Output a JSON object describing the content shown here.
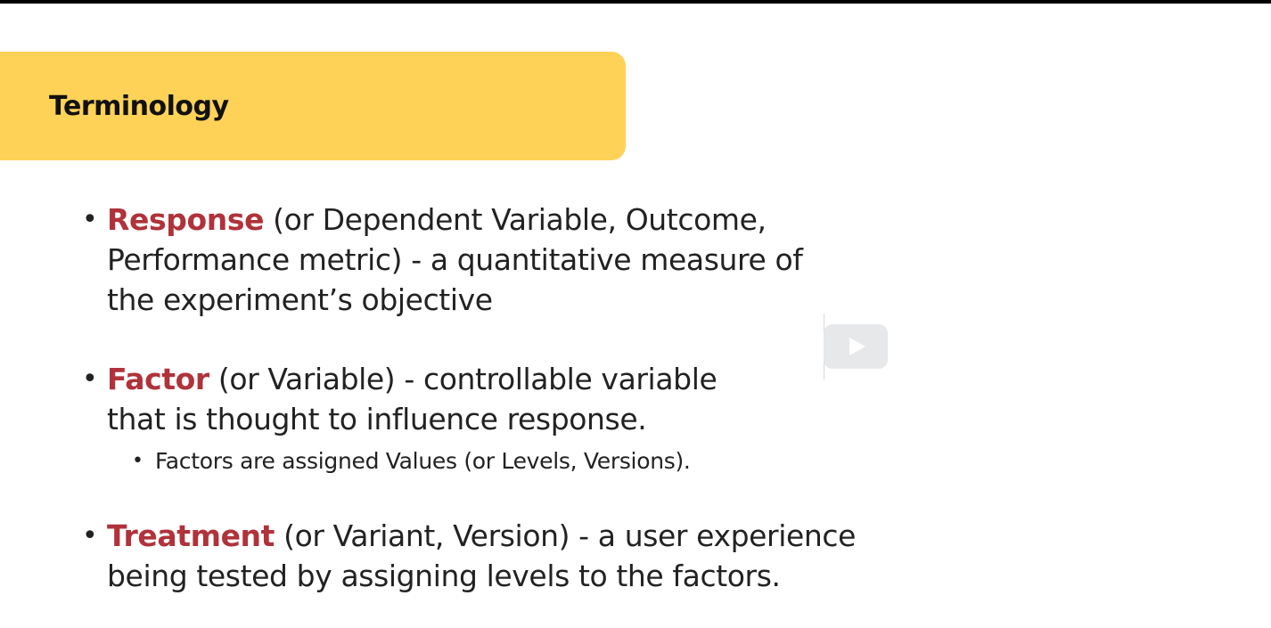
{
  "slide": {
    "title": "Terminology",
    "bullets": [
      {
        "term": "Response",
        "text": " (or Dependent Variable, Outcome, Performance metric) - a quantitative measure of the experiment’s objective"
      },
      {
        "term": "Factor",
        "text": " (or Variable) - controllable variable that is thought to influence response.",
        "sub": "Factors are assigned Values (or Levels, Versions)."
      },
      {
        "term": "Treatment",
        "text": " (or Variant, Version) - a user experience being tested by assigning levels to the factors."
      }
    ]
  },
  "colors": {
    "banner": "#fdd257",
    "term": "#b0323a"
  },
  "icons": {
    "play": "play-icon"
  }
}
